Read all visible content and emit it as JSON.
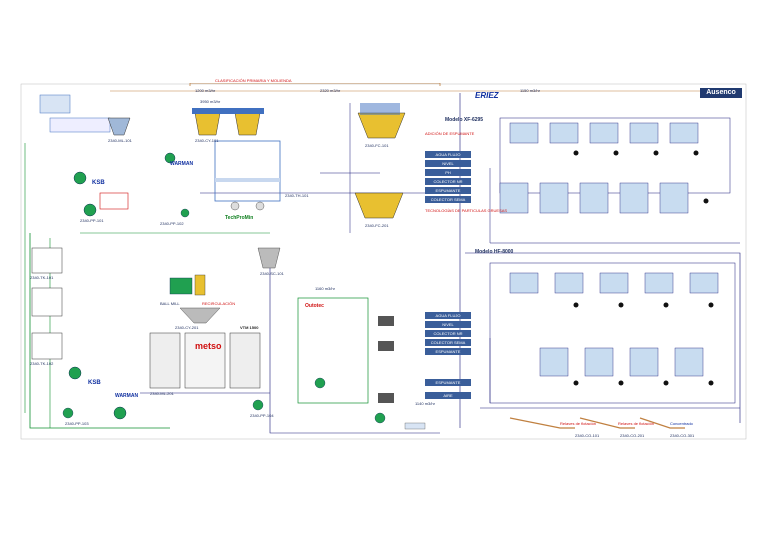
{
  "title_banner": "CLASIFICACIÓN PRIMARIA Y MOLIENDA",
  "brands": {
    "ausenco": "Ausenco",
    "eriez": "ERIEZ",
    "metso": "metso",
    "metso_outotec": "Outotec",
    "warman_1": "WARMAN",
    "warman_2": "WARMAN",
    "ksb_1": "KSB",
    "ksb_2": "KSB",
    "vtm": "VTM 1500",
    "techproms": "TechProMin"
  },
  "cell_groups": {
    "upper_model": "Modelo XF-6295",
    "lower_model": "Modelo HF-8000"
  },
  "control_panel_upper": {
    "items": [
      "AGUA FLUJO",
      "NIVEL",
      "PH",
      "COLECTOR NR",
      "ESPUMANTE",
      "COLECTOR SEMA"
    ],
    "header": "ADICIÓN DE ESPUMANTE",
    "footer": "TECNOLOGÍAS DE PARTICULAS GRUESAS"
  },
  "control_panel_lower": {
    "items": [
      "AGUA FLUJO",
      "NIVEL",
      "COLECTOR NR",
      "COLECTOR SEMA",
      "ESPUMANTE"
    ],
    "extra": [
      "ESPUMANTE",
      "AIRE"
    ]
  },
  "streams": {
    "top_a": "1200 m3/hr",
    "top_b": "2320 m3/hr",
    "top_c": "1150 m3/hr",
    "cyclone_feed": "3950 m3/hr",
    "ball_mill": "BALL MILL",
    "regrind": "RECIRCULACIÓN",
    "air_lime": "1160 m3/hr",
    "final_tail": "1140 m3/hr"
  },
  "equipment_tags": {
    "pump_1": "2340-PP-101",
    "pump_2": "2340-PP-102",
    "pump_3": "2340-PP-103",
    "pump_4": "2340-PP-104",
    "cyclone_1": "2340-CY-101",
    "cyclone_2": "2340-CY-201",
    "mill_1": "2340-ML-101",
    "mill_2": "2340-ML-201",
    "tank_1": "2340-TK-101",
    "tank_2": "2340-TK-102",
    "flot_1": "2340-FC-101",
    "flot_2": "2340-FC-201",
    "thick_1": "2340-TH-101",
    "screen_1": "2340-SC-101",
    "conc_1": "2340-CO-101",
    "conc_2": "2340-CO-201",
    "conc_3": "2340-CO-301"
  },
  "bottom_labels": {
    "launder_1": "Relaves de flotación",
    "launder_2": "Relaves de flotación",
    "launder_3": "Concentrado"
  },
  "colors": {
    "process": "#1a1a7a",
    "water": "#109030",
    "alarm": "#d01010",
    "launder": "#c08040",
    "equipment": "#4070c0"
  }
}
